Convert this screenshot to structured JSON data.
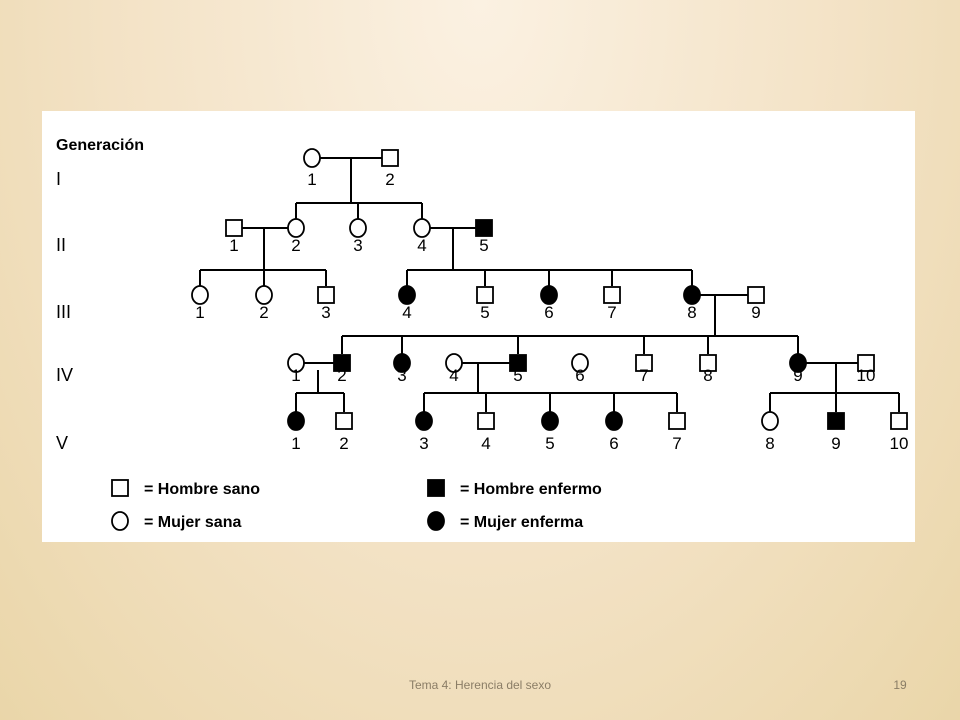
{
  "colors": {
    "background": "#f3e2c5",
    "panel": "#ffffff",
    "stroke": "#000000",
    "affected": "#000000",
    "healthy": "#ffffff"
  },
  "diagram": {
    "heading": "Generación",
    "generations": [
      {
        "label": "I",
        "members": [
          {
            "n": "1",
            "sex": "female",
            "affected": false
          },
          {
            "n": "2",
            "sex": "male",
            "affected": false
          }
        ]
      },
      {
        "label": "II",
        "members": [
          {
            "n": "1",
            "sex": "male",
            "affected": false
          },
          {
            "n": "2",
            "sex": "female",
            "affected": false
          },
          {
            "n": "3",
            "sex": "female",
            "affected": false
          },
          {
            "n": "4",
            "sex": "female",
            "affected": false
          },
          {
            "n": "5",
            "sex": "male",
            "affected": true
          }
        ]
      },
      {
        "label": "III",
        "members": [
          {
            "n": "1",
            "sex": "female",
            "affected": false
          },
          {
            "n": "2",
            "sex": "female",
            "affected": false
          },
          {
            "n": "3",
            "sex": "male",
            "affected": false
          },
          {
            "n": "4",
            "sex": "female",
            "affected": true
          },
          {
            "n": "5",
            "sex": "male",
            "affected": false
          },
          {
            "n": "6",
            "sex": "female",
            "affected": true
          },
          {
            "n": "7",
            "sex": "male",
            "affected": false
          },
          {
            "n": "8",
            "sex": "female",
            "affected": true
          },
          {
            "n": "9",
            "sex": "male",
            "affected": false
          }
        ]
      },
      {
        "label": "IV",
        "members": [
          {
            "n": "1",
            "sex": "female",
            "affected": false
          },
          {
            "n": "2",
            "sex": "male",
            "affected": true
          },
          {
            "n": "3",
            "sex": "female",
            "affected": true
          },
          {
            "n": "4",
            "sex": "female",
            "affected": false
          },
          {
            "n": "5",
            "sex": "male",
            "affected": true
          },
          {
            "n": "6",
            "sex": "female",
            "affected": false
          },
          {
            "n": "7",
            "sex": "male",
            "affected": false
          },
          {
            "n": "8",
            "sex": "male",
            "affected": false
          },
          {
            "n": "9",
            "sex": "female",
            "affected": true
          },
          {
            "n": "10",
            "sex": "male",
            "affected": false
          }
        ]
      },
      {
        "label": "V",
        "members": [
          {
            "n": "1",
            "sex": "female",
            "affected": true
          },
          {
            "n": "2",
            "sex": "male",
            "affected": false
          },
          {
            "n": "3",
            "sex": "female",
            "affected": true
          },
          {
            "n": "4",
            "sex": "male",
            "affected": false
          },
          {
            "n": "5",
            "sex": "female",
            "affected": true
          },
          {
            "n": "6",
            "sex": "female",
            "affected": true
          },
          {
            "n": "7",
            "sex": "male",
            "affected": false
          },
          {
            "n": "8",
            "sex": "female",
            "affected": false
          },
          {
            "n": "9",
            "sex": "male",
            "affected": true
          },
          {
            "n": "10",
            "sex": "male",
            "affected": false
          }
        ]
      }
    ],
    "legend": [
      {
        "sex": "male",
        "affected": false,
        "label": "= Hombre sano"
      },
      {
        "sex": "male",
        "affected": true,
        "label": "= Hombre enfermo"
      },
      {
        "sex": "female",
        "affected": false,
        "label": "= Mujer sana"
      },
      {
        "sex": "female",
        "affected": true,
        "label": "= Mujer enferma"
      }
    ]
  },
  "footer": {
    "title": "Tema 4: Herencia del sexo",
    "page": "19"
  }
}
